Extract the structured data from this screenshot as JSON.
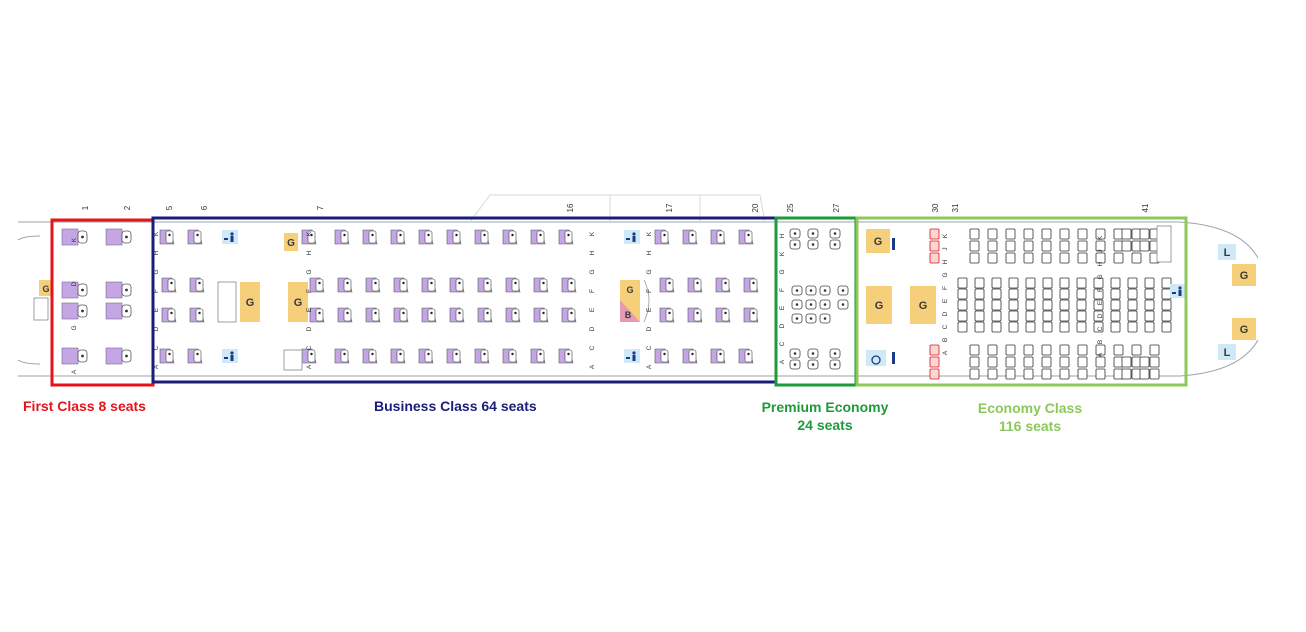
{
  "colors": {
    "first": "#e3151b",
    "business": "#1a1e78",
    "premium": "#1f9a3a",
    "economy": "#8cc85a",
    "seat_purple": "#c3a6e3",
    "galley": "#f6cf7a",
    "lavatory": "#cfe9f7",
    "bassinet": "#e59ab0",
    "fuselage_line": "#9aa3ad"
  },
  "cabins": [
    {
      "id": "first",
      "label": "First Class 8 seats",
      "color": "#e3151b",
      "seats": 8
    },
    {
      "id": "business",
      "label": "Business Class 64 seats",
      "color": "#1a1e78",
      "seats": 64
    },
    {
      "id": "premium",
      "label_line1": "Premium Economy",
      "label_line2": "24 seats",
      "color": "#1f9a3a",
      "seats": 24
    },
    {
      "id": "economy",
      "label_line1": "Economy Class",
      "label_line2": "116 seats",
      "color": "#8cc85a",
      "seats": 116
    }
  ],
  "row_numbers": [
    "1",
    "2",
    "5",
    "6",
    "7",
    "16",
    "17",
    "20",
    "25",
    "27",
    "30",
    "31",
    "41"
  ],
  "seat_letters": {
    "first": [
      "K",
      "D",
      "G",
      "A"
    ],
    "business": [
      "K",
      "H",
      "G",
      "F",
      "E",
      "D",
      "C",
      "A"
    ],
    "premium": [
      "H",
      "K",
      "G",
      "F",
      "E",
      "D",
      "C",
      "A"
    ],
    "economy": [
      "K",
      "J",
      "H",
      "G",
      "F",
      "E",
      "D",
      "C",
      "B",
      "A"
    ]
  },
  "facility_labels": {
    "galley": "G",
    "lavatory": "L",
    "bassinet": "B"
  },
  "icons": [
    "lavatory-icon",
    "wheelchair-icon",
    "exit-door-icon",
    "galley-icon",
    "bassinet-icon"
  ]
}
